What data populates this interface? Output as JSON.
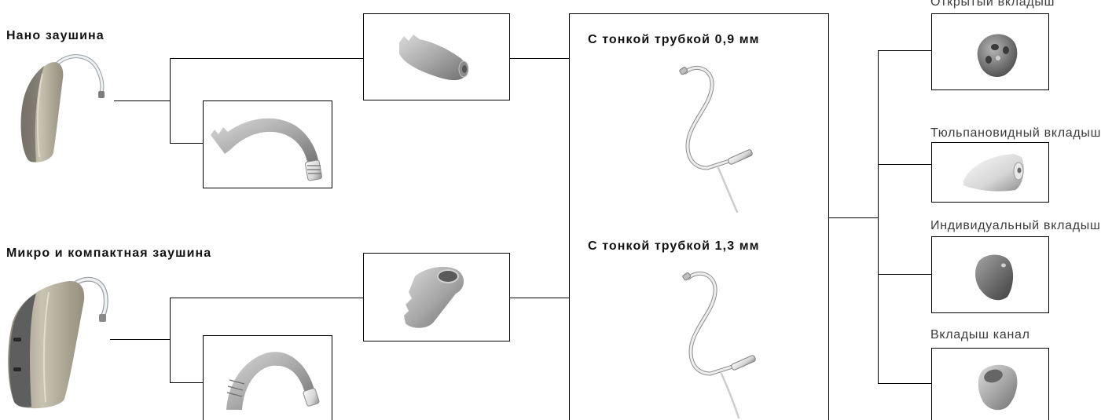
{
  "devices": [
    {
      "label": "Нано заушина",
      "icon": "bte-hearing-aid-icon",
      "adapter_icon": "sound-adapter-icon",
      "hook_icon": "earhook-icon"
    },
    {
      "label": "Микро и компактная заушина",
      "icon": "bte-hearing-aid-icon",
      "adapter_icon": "sound-adapter-icon",
      "hook_icon": "earhook-icon"
    }
  ],
  "tubes": [
    {
      "label": "С тонкой трубкой 0,9 мм",
      "icon": "thin-tube-icon"
    },
    {
      "label": "С тонкой трубкой 1,3 мм",
      "icon": "thin-tube-icon"
    }
  ],
  "domes": [
    {
      "label": "Открытый вкладыш",
      "icon": "open-dome-icon"
    },
    {
      "label": "Тюльпановидный вкладыш",
      "icon": "tulip-dome-icon"
    },
    {
      "label": "Индивидуальный вкладыш",
      "icon": "custom-earmould-icon"
    },
    {
      "label": "Вкладыш канал",
      "icon": "canal-mould-icon"
    }
  ],
  "colors": {
    "line": "#000000",
    "heading_text": "#111111",
    "caption_text": "#3c3c3c"
  }
}
